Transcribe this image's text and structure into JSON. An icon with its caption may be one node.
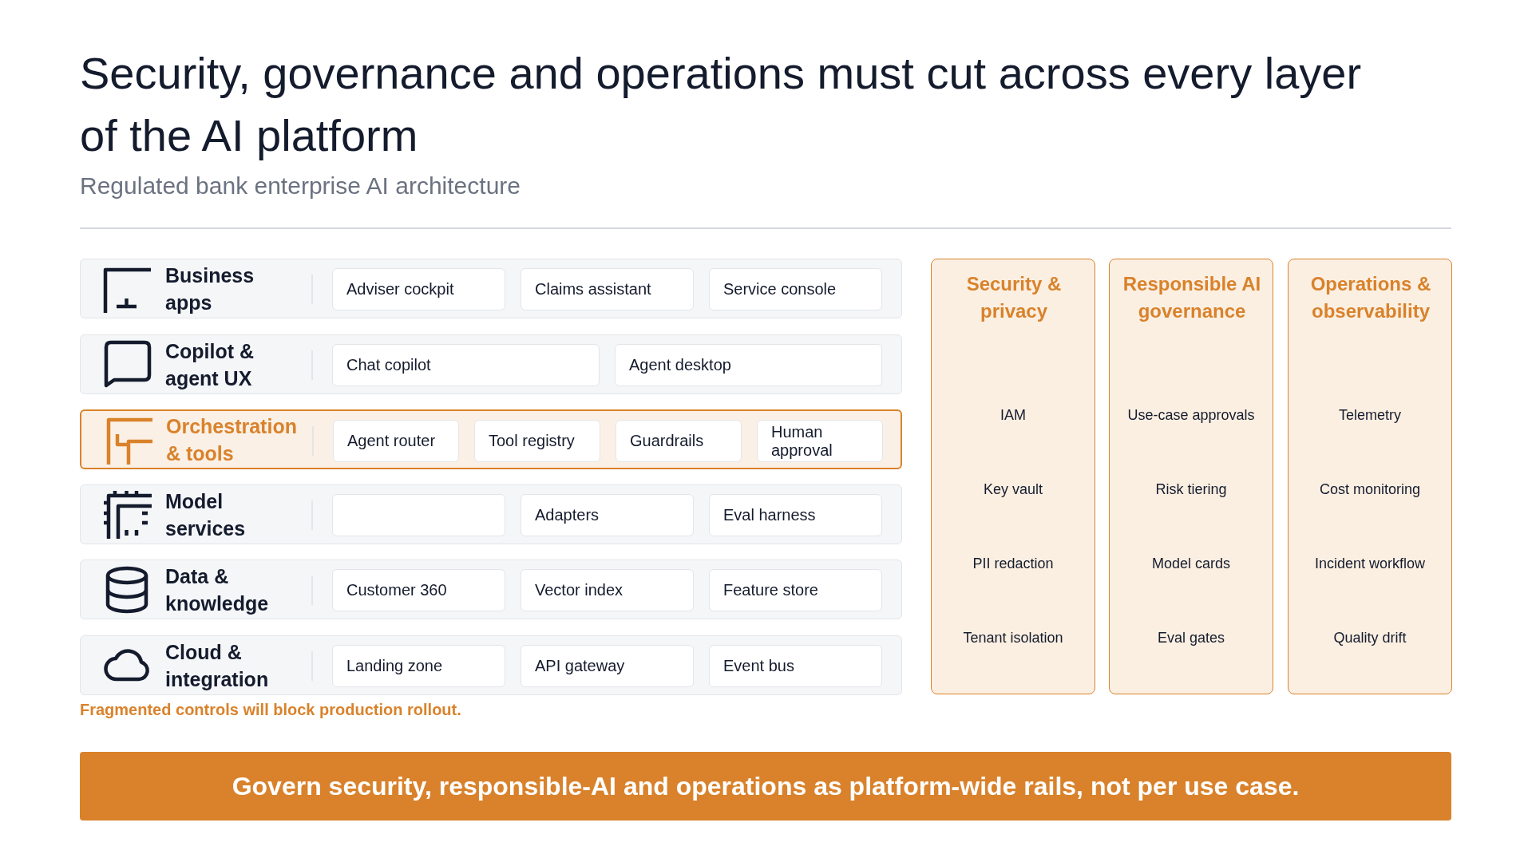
{
  "diagram": {
    "title": "Security, governance and operations must cut across every layer of the AI platform",
    "nodes": [
      {
        "text": [
          "Business apps"
        ]
      },
      {
        "text": [
          "Adviser cockpit"
        ],
        "in": 0
      },
      {
        "text": [
          "Claims assistant"
        ],
        "in": 0
      },
      {
        "text": [
          "Service console"
        ],
        "in": 0
      },
      {
        "text": [
          "Copilot & agent UX"
        ]
      },
      {
        "text": [
          "Chat copilot"
        ],
        "in": 4
      },
      {
        "text": [
          "Agent desktop"
        ],
        "in": 4
      },
      {
        "text": [
          "Orchestration & tools"
        ]
      },
      {
        "text": [
          "Agent router"
        ],
        "in": 7
      },
      {
        "text": [
          "Tool registry"
        ],
        "in": 7
      },
      {
        "text": [
          "Guardrails"
        ],
        "in": 7
      },
      {
        "text": [
          "Human approval"
        ],
        "in": 7
      },
      {
        "text": [
          "Model services"
        ]
      },
      {
        "text": [],
        "shape": "box",
        "in": 12
      },
      {
        "text": [
          "Adapters"
        ],
        "in": 12
      },
      {
        "text": [
          "Eval harness"
        ],
        "in": 12
      },
      {
        "text": [
          "Data & knowledge"
        ]
      },
      {
        "text": [
          "Customer 360"
        ],
        "in": 16
      },
      {
        "text": [
          "Vector index"
        ],
        "in": 16
      },
      {
        "text": [
          "Feature store"
        ],
        "in": 16
      },
      {
        "text": [
          "Cloud & integration"
        ]
      },
      {
        "text": [
          "Landing zone"
        ],
        "in": 20
      },
      {
        "text": [
          "API gateway"
        ],
        "in": 20
      },
      {
        "text": [
          "Event bus"
        ],
        "in": 20
      },
      {
        "text": [
          "Security & privacy",
          "IAM",
          "Key vault",
          "PII redaction",
          "Tenant isolation"
        ]
      },
      {
        "text": [
          "Responsible AI governance",
          "Use-case approvals",
          "Risk tiering",
          "Model cards",
          "Eval gates"
        ]
      },
      {
        "text": [
          "Operations & observability",
          "Telemetry",
          "Cost monitoring",
          "Incident workflow",
          "Quality drift"
        ]
      },
      {
        "text": [
          "Govern security, responsible-AI and operations as platform-wide rails, not per use case."
        ]
      }
    ],
    "labels": [
      "Regulated bank enterprise AI architecture",
      "Fragmented controls will block production rollout."
    ]
  }
}
